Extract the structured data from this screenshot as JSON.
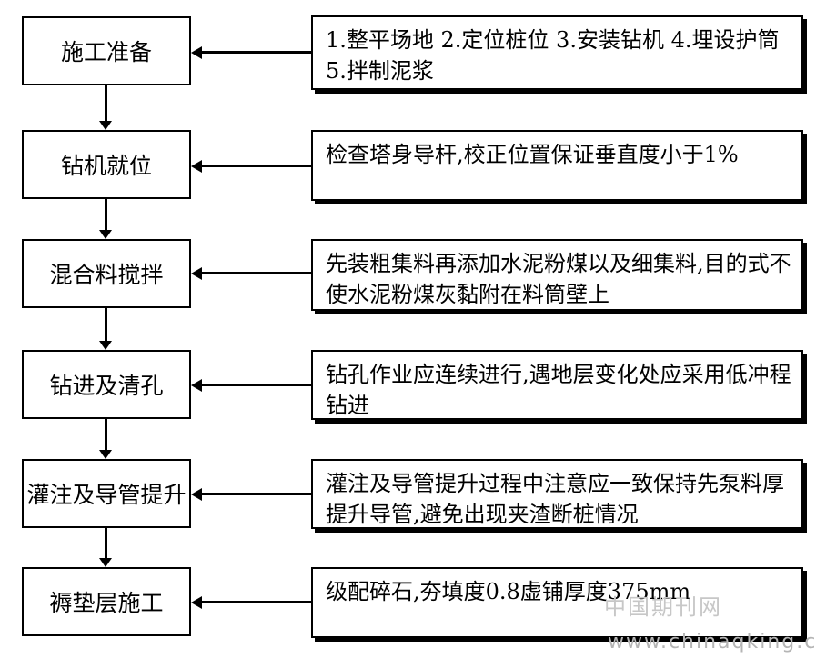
{
  "steps": [
    {
      "label": "施工准备",
      "note": "1.整平场地 2.定位桩位 3.安装钻机 4.埋设护筒 5.拌制泥浆"
    },
    {
      "label": "钻机就位",
      "note": "检查塔身导杆,校正位置保证垂直度小于1%"
    },
    {
      "label": "混合料搅拌",
      "note": "先装粗集料再添加水泥粉煤以及细集料,目的式不使水泥粉煤灰黏附在料筒壁上"
    },
    {
      "label": "钻进及清孔",
      "note": "钻孔作业应连续进行,遇地层变化处应采用低冲程钻进"
    },
    {
      "label": "灌注及导管提升",
      "note": "灌注及导管提升过程中注意应一致保持先泵料厚提升导管,避免出现夹渣断桩情况"
    },
    {
      "label": "褥垫层施工",
      "note": "级配碎石,夯填度0.8虚铺厚度375mm"
    }
  ],
  "watermark": {
    "text_cn": "中国期刊网",
    "url": "www.chinaqking.com"
  }
}
